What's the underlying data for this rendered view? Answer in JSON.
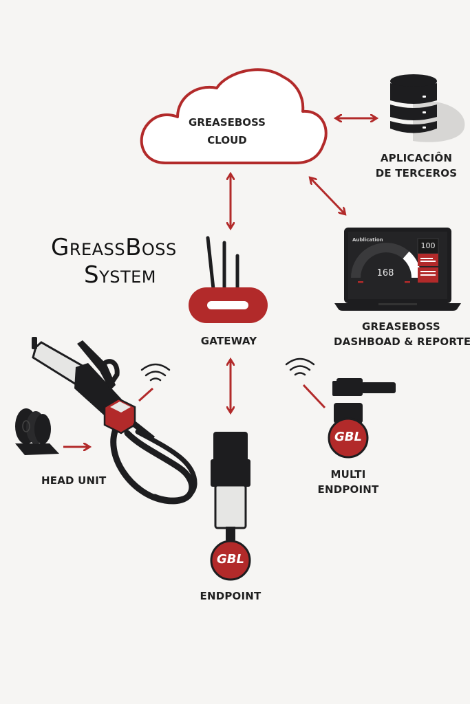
{
  "diagram": {
    "title_line1": "GreassBoss",
    "title_line2": "System",
    "colors": {
      "accent_red": "#b22a2a",
      "dark": "#1d1d1f",
      "background": "#f6f5f3",
      "light_fill": "#e8e8e6"
    },
    "nodes": {
      "cloud": {
        "line1": "GREASEBOSS",
        "line2": "CLOUD",
        "icon": "cloud-icon"
      },
      "third_party": {
        "line1": "APLICACIÔN",
        "line2": "DE TERCEROS",
        "icon": "database-icon"
      },
      "dashboard": {
        "line1": "GREASEBOSS",
        "line2": "DASHBOAD & REPORTE",
        "icon": "laptop-icon",
        "screen": {
          "header": "Aublication",
          "gauge_value": "168",
          "box_value": "100"
        }
      },
      "gateway": {
        "label": "GATEWAY",
        "icon": "router-icon"
      },
      "head_unit": {
        "label": "HEAD UNIT",
        "icon": "grease-gun-icon"
      },
      "endpoint": {
        "label": "ENDPOINT",
        "badge": "GBL",
        "icon": "endpoint-sensor-icon"
      },
      "multi_endpoint": {
        "line1": "MULTI",
        "line2": "ENDPOINT",
        "badge": "GBL",
        "icon": "multi-endpoint-sensor-icon"
      }
    },
    "connections": [
      {
        "from": "cloud",
        "to": "third_party",
        "type": "bidirectional"
      },
      {
        "from": "cloud",
        "to": "gateway",
        "type": "bidirectional"
      },
      {
        "from": "cloud",
        "to": "dashboard",
        "type": "bidirectional"
      },
      {
        "from": "gateway",
        "to": "endpoint",
        "type": "bidirectional"
      },
      {
        "from": "hose_reel",
        "to": "head_unit",
        "type": "unidirectional"
      },
      {
        "from": "head_unit",
        "to": "gateway",
        "type": "wireless"
      },
      {
        "from": "multi_endpoint",
        "to": "gateway",
        "type": "wireless"
      }
    ]
  }
}
